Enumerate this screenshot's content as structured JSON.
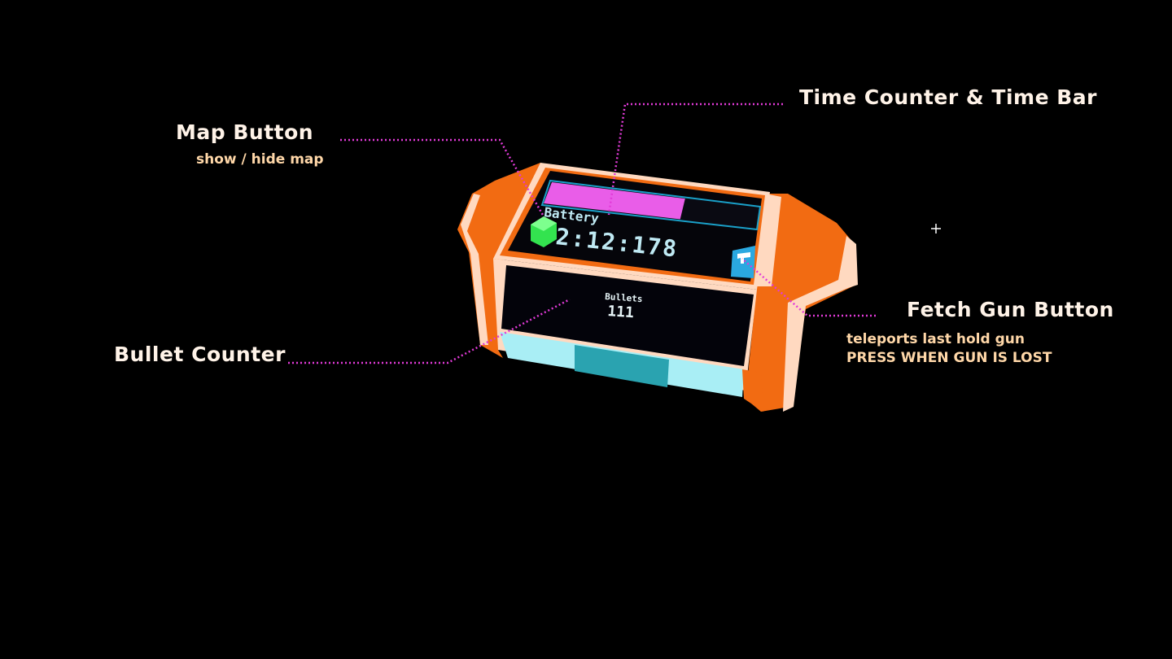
{
  "annotations": {
    "map_button": {
      "title": "Map Button",
      "subtitle": "show / hide map"
    },
    "time_counter": {
      "title": "Time Counter & Time Bar"
    },
    "fetch_gun": {
      "title": "Fetch Gun Button",
      "subtitle_1": "teleports last hold gun",
      "subtitle_2": "PRESS WHEN GUN IS LOST"
    },
    "bullet_counter": {
      "title": "Bullet Counter"
    }
  },
  "device": {
    "battery_label": "Battery",
    "battery_fraction": 0.65,
    "time": "2:12:178",
    "bullets_label": "Bullets",
    "bullets_count": "111"
  },
  "colors": {
    "background": "#000000",
    "frame_orange": "#f26b12",
    "frame_cream": "#ffd9c0",
    "screen_bg": "#05050a",
    "battery_fill": "#e95de8",
    "battery_border": "#1aa0c8",
    "lcd_text": "#bfe9f3",
    "map_button": "#33e34f",
    "gun_button": "#2aa8e0",
    "base_cyan": "#a9eef5",
    "base_dark": "#2aa3b0",
    "leader_line": "#e23bd8",
    "annotation_title": "#fff3e8",
    "annotation_sub": "#ffd7a8"
  },
  "icons": {
    "map_button": "map-icon",
    "gun_button": "gun-icon",
    "cursor": "crosshair-icon"
  }
}
